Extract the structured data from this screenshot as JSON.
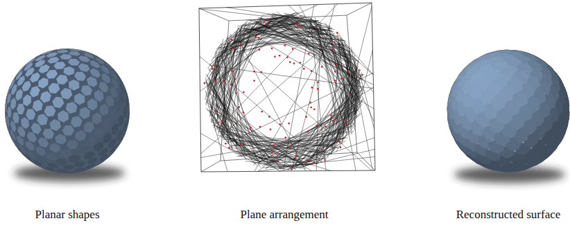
{
  "diagram": {
    "labels": [
      "Planar shapes",
      "Plane arrangement",
      "Reconstructed surface"
    ]
  }
}
